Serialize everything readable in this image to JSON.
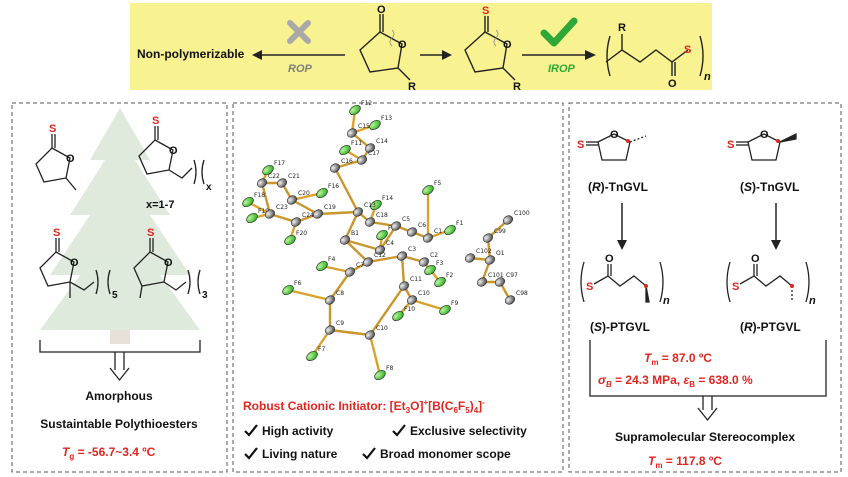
{
  "top": {
    "left_label": "Non-polymerizable",
    "rop_label": "ROP",
    "irop_label": "IROP",
    "subscript_n": "n",
    "atom_o": "O",
    "atom_s": "S",
    "atom_r": "R",
    "colors": {
      "banner_bg": "#f8f290",
      "cross": "#a9a9a9",
      "check": "#2ea836",
      "s_atom": "#e0261f"
    }
  },
  "left_panel": {
    "x_range": "x=1-7",
    "sub_x": "x",
    "sub_5": "5",
    "sub_3": "3",
    "heading_1": "Amorphous",
    "heading_2": "Sustaintable Polythioesters",
    "tg_symbol": "T",
    "tg_sub": "g",
    "tg_value": " = -56.7~3.4 ºC"
  },
  "middle_panel": {
    "initiator_text": "Robust Cationic Initiator: [Et",
    "initiator_sub3": "3",
    "initiator_o": "O]",
    "initiator_plus": "+",
    "initiator_b": "[B(C",
    "initiator_sub6a": "6",
    "initiator_f": "F",
    "initiator_sub5": "5",
    "initiator_close": ")",
    "initiator_sub4": "4",
    "initiator_end": "]",
    "initiator_minus": "-",
    "check_1": "High activity",
    "check_2": "Exclusive selectivity",
    "check_3": "Living nature",
    "check_4": "Broad monomer scope",
    "atom_labels": [
      "F12",
      "F13",
      "C15",
      "C14",
      "F11",
      "F17",
      "C22",
      "C21",
      "C20",
      "F16",
      "C17",
      "F14",
      "F5",
      "C16",
      "F18",
      "F19",
      "C23",
      "C24",
      "C19",
      "C13",
      "C18",
      "F15",
      "C5",
      "C6",
      "C4",
      "C1",
      "F1",
      "C100",
      "C99",
      "C102",
      "O1",
      "F20",
      "B1",
      "C12",
      "C3",
      "C2",
      "C101",
      "C97",
      "C98",
      "F4",
      "C7",
      "C11",
      "C10",
      "F3",
      "F2",
      "F6",
      "C8",
      "C9",
      "F10",
      "F9",
      "F7",
      "C10",
      "F8"
    ]
  },
  "right_panel": {
    "label_r_mono_paren": "(",
    "label_r": "R",
    "label_r_mono_rest": ")-TnGVL",
    "label_s": "S",
    "label_s_mono_rest": ")-TnGVL",
    "label_s_poly_rest": ")-PTGVL",
    "label_r_poly_rest": ")-PTGVL",
    "tm1_symbol": "T",
    "tm1_sub": "m",
    "tm1_value": " = 87.0 ºC",
    "sigma": "σ",
    "sigma_sub": "B",
    "sigma_value": " = 24.3 MPa, ",
    "eps": "ε",
    "eps_sub": "B",
    "eps_value": " = 638.0 %",
    "complex_label": "Supramolecular Stereocomplex",
    "tm2_symbol": "T",
    "tm2_sub": "m",
    "tm2_value": " = 117.8 ºC"
  }
}
